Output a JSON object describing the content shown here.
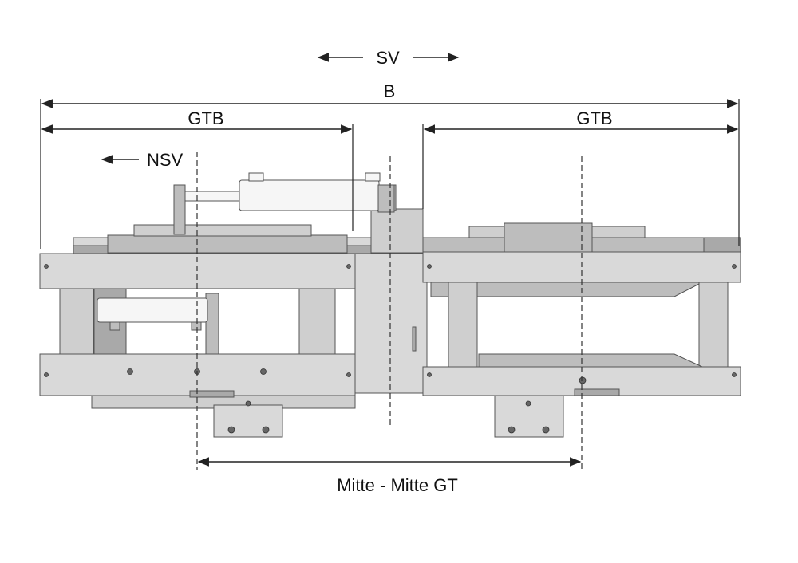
{
  "labels": {
    "sv": "SV",
    "b": "B",
    "gtb_left": "GTB",
    "gtb_right": "GTB",
    "nsv": "NSV",
    "mitte": "Mitte - Mitte GT"
  },
  "colors": {
    "steel_light": "#d9d9d9",
    "steel_mid": "#cfcfcf",
    "steel_dark": "#a9a9a9",
    "line": "#222222"
  }
}
